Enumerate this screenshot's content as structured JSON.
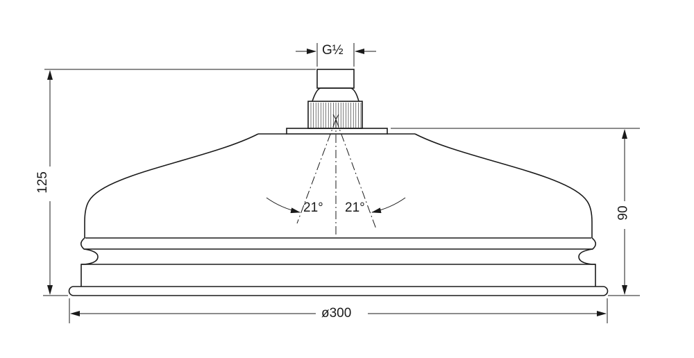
{
  "drawing": {
    "thread_label": "G½",
    "height_total_label": "125",
    "height_body_label": "90",
    "diameter_label": "ø300",
    "angle_left_label": "21°",
    "angle_right_label": "21°"
  }
}
